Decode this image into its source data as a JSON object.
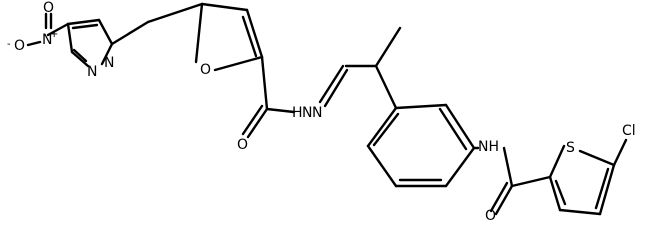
{
  "labels": {
    "nitro_n": "N",
    "nitro_plus": "+",
    "nitro_o_top": "O",
    "nitro_o_left": "O",
    "nitro_o_charge": "-",
    "pyrazole_n1": "N",
    "pyrazole_n2": "N",
    "furan_o": "O",
    "hydrazide_nh": "H",
    "hydrazide_n1": "N",
    "hydrazide_n2": "N",
    "carbonyl_o1": "O",
    "amide_nh": "NH",
    "carbonyl_o2": "O",
    "thiophene_s": "S",
    "chloro": "Cl"
  }
}
